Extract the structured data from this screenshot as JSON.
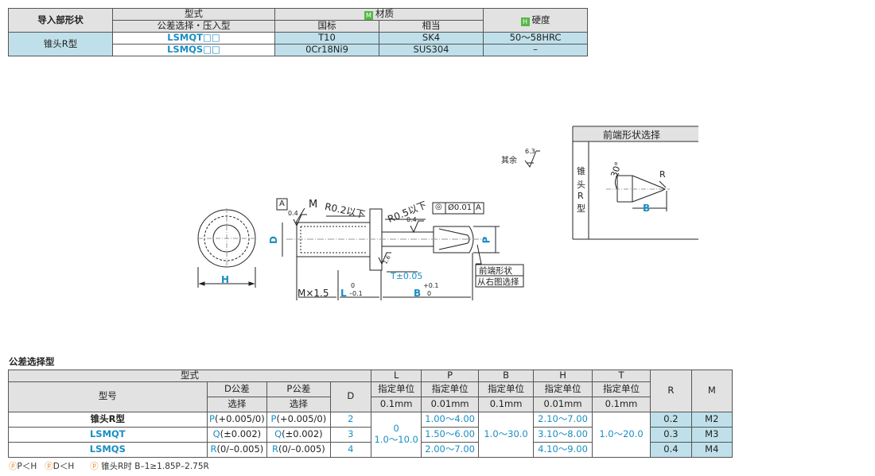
{
  "top_table": {
    "h_intro": "导入部形状",
    "h_type": "型式",
    "h_type_sub": "公差选择・压入型",
    "h_material": "材质",
    "material_badge": "M",
    "h_gb": "国标",
    "h_equiv": "相当",
    "h_hardness": "硬度",
    "hardness_badge": "H",
    "shape": "锥头R型",
    "rows": [
      {
        "type": "LSMQT□□",
        "gb": "T10",
        "equiv": "SK4",
        "hardness": "50～58HRC"
      },
      {
        "type": "LSMQS□□",
        "gb": "0Cr18Ni9",
        "equiv": "SUS304",
        "hardness": "–"
      }
    ]
  },
  "drawing": {
    "rest_label": "其余",
    "rough_63": "6.3",
    "rough_04a": "0.4",
    "rough_04b": "0.4",
    "rough_16": "1.6",
    "label_A": "A",
    "label_M": "M",
    "label_R02": "R0.2以下",
    "label_R05": "R0.5以下",
    "gdt_sym": "◎",
    "gdt_tol": "Ø0.01",
    "gdt_ref": "A",
    "label_D": "D",
    "label_P": "P",
    "label_H": "H",
    "label_T": "T±0.05",
    "label_Mx": "M×1.5",
    "label_L": "L",
    "label_L_tol_top": "0",
    "label_L_tol_bot": "–0.1",
    "label_B": "B",
    "label_B_tol_top": "+0.1",
    "label_B_tol_bot": "0",
    "callout_1": "前端形状",
    "callout_2": "从右图选择"
  },
  "tip_box": {
    "title": "前端形状选择",
    "side_chars": [
      "锥",
      "头",
      "R",
      "型"
    ],
    "angle": "30°",
    "label_R": "R",
    "label_B": "B"
  },
  "bottom_section_title": "公差选择型",
  "bottom_table": {
    "h_type": "型式",
    "h_model": "型号",
    "h_d_tol": "D公差",
    "h_p_tol": "P公差",
    "h_select": "选择",
    "h_D": "D",
    "h_L": "L",
    "h_P": "P",
    "h_B": "B",
    "h_H": "H",
    "h_T": "T",
    "h_unit": "指定单位",
    "h_01": "0.1mm",
    "h_001": "0.01mm",
    "h_R": "R",
    "h_M": "M",
    "models": [
      "锥头R型",
      "LSMQT",
      "LSMQS"
    ],
    "d_tols": [
      {
        "code": "P",
        "val": "(+0.005/0)"
      },
      {
        "code": "Q",
        "val": "(±0.002)"
      },
      {
        "code": "R",
        "val": "(0/–0.005)"
      }
    ],
    "p_tols": [
      {
        "code": "P",
        "val": "(+0.005/0)"
      },
      {
        "code": "Q",
        "val": "(±0.002)"
      },
      {
        "code": "R",
        "val": "(0/–0.005)"
      }
    ],
    "D_vals": [
      "2",
      "3",
      "4"
    ],
    "L_top": "0",
    "L_range": "1.0～10.0",
    "P_vals": [
      "1.00～4.00",
      "1.50～6.00",
      "2.00～7.00"
    ],
    "B_range": "1.0～30.0",
    "H_vals": [
      "2.10～7.00",
      "3.10～8.00",
      "4.10～9.00"
    ],
    "T_range": "1.0～20.0",
    "R_vals": [
      "0.2",
      "0.3",
      "0.4"
    ],
    "M_vals": [
      "M2",
      "M3",
      "M4"
    ]
  },
  "footnote": {
    "c1": "P＜H",
    "c2": "D＜H",
    "c3": "锥头R时 B–1≥1.85P–2.75R"
  }
}
